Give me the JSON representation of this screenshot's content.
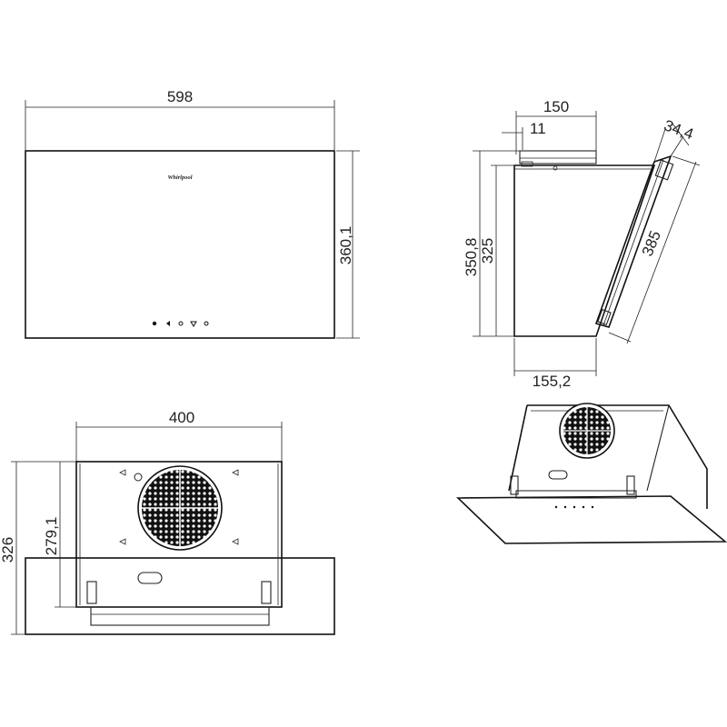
{
  "brand": "Whirlpool",
  "dimensions": {
    "front_width": "598",
    "front_height": "360,1",
    "side_top_depth": "150",
    "side_top_offset": "11",
    "glass_thickness": "34,4",
    "side_height_total": "350,8",
    "side_height_body": "325",
    "glass_length": "385",
    "side_bottom_depth": "155,2",
    "rear_width": "400",
    "rear_height_total": "326",
    "rear_height_body": "279,1"
  }
}
